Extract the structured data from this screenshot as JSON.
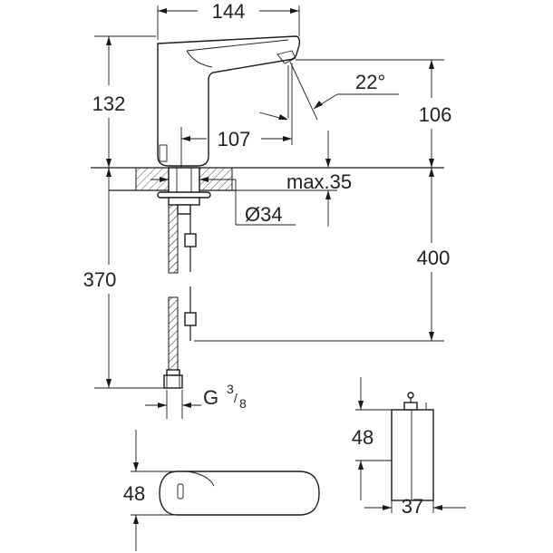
{
  "dimensions": {
    "spout_length": "144",
    "height_total": "132",
    "reach": "107",
    "angle": "22°",
    "spout_height": "106",
    "max_thickness": "max.35",
    "hole_diameter": "Ø34",
    "hose_length": "400",
    "connection_length": "370",
    "thread_main": "G",
    "thread_num": "3",
    "thread_den": "8",
    "sensor_height": "48",
    "sensor_depth": "37",
    "base_width": "48"
  }
}
